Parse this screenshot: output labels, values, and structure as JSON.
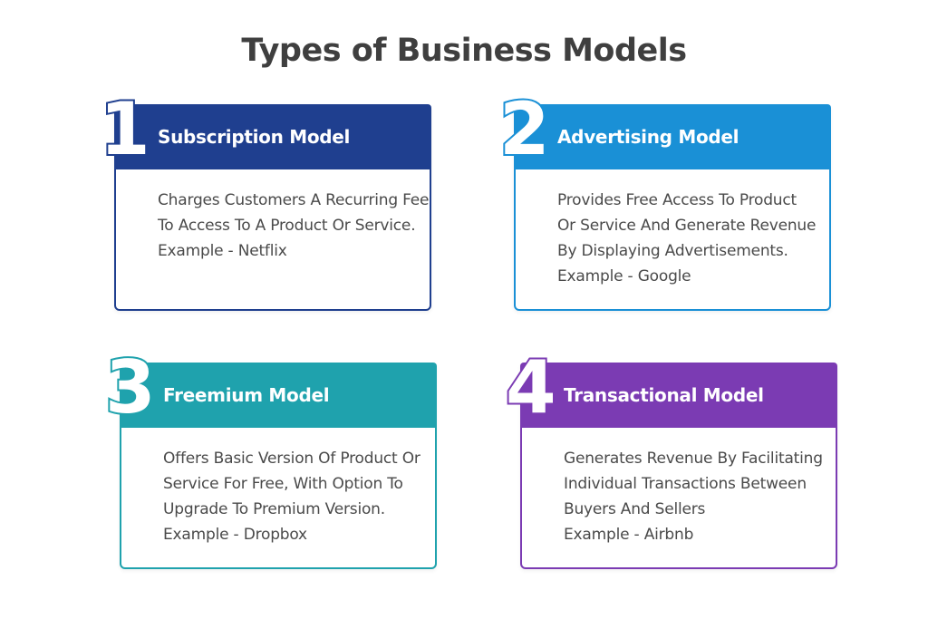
{
  "title": "Types of Business Models",
  "cards": [
    {
      "number": "1",
      "title": "Subscription Model",
      "accent": "#1f3f8f",
      "lines": [
        "Charges Customers A Recurring Fee",
        "To Access To A Product Or Service.",
        "Example - Netflix"
      ]
    },
    {
      "number": "2",
      "title": "Advertising Model",
      "accent": "#1a90d6",
      "lines": [
        "Provides Free Access To Product",
        "Or Service And Generate Revenue",
        "By Displaying Advertisements.",
        "Example - Google"
      ]
    },
    {
      "number": "3",
      "title": "Freemium Model",
      "accent": "#1fa2ad",
      "lines": [
        "Offers Basic Version Of Product Or",
        "Service For Free, With Option To",
        "Upgrade To Premium Version.",
        "Example - Dropbox"
      ]
    },
    {
      "number": "4",
      "title": "Transactional Model",
      "accent": "#7b3bb3",
      "lines": [
        "Generates Revenue By Facilitating",
        "Individual Transactions Between",
        "Buyers And Sellers",
        "Example - Airbnb"
      ]
    }
  ]
}
